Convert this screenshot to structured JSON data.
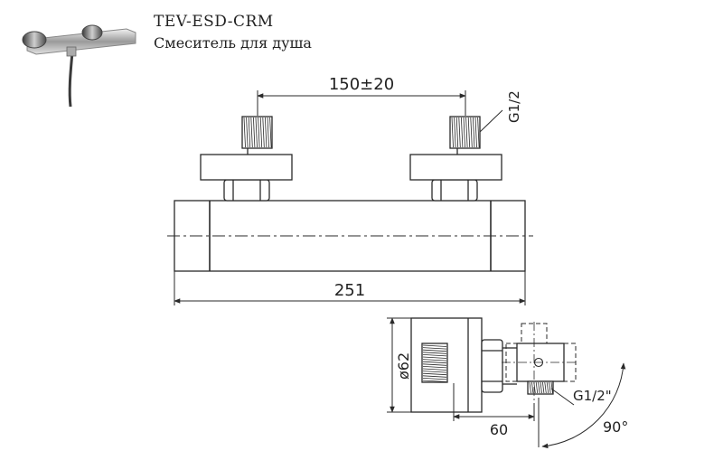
{
  "header": {
    "model": "TEV-ESD-CRM",
    "description": "Смеситель для душа"
  },
  "front_view": {
    "center_distance": "150±20",
    "thread_top": "G1/2",
    "total_length": "251"
  },
  "side_view": {
    "diameter": "ø62",
    "depth": "60",
    "thread_bottom": "G1/2\"",
    "angle": "90°"
  },
  "colors": {
    "line": "#2a2a2a",
    "chrome": "#b8b8b8"
  }
}
